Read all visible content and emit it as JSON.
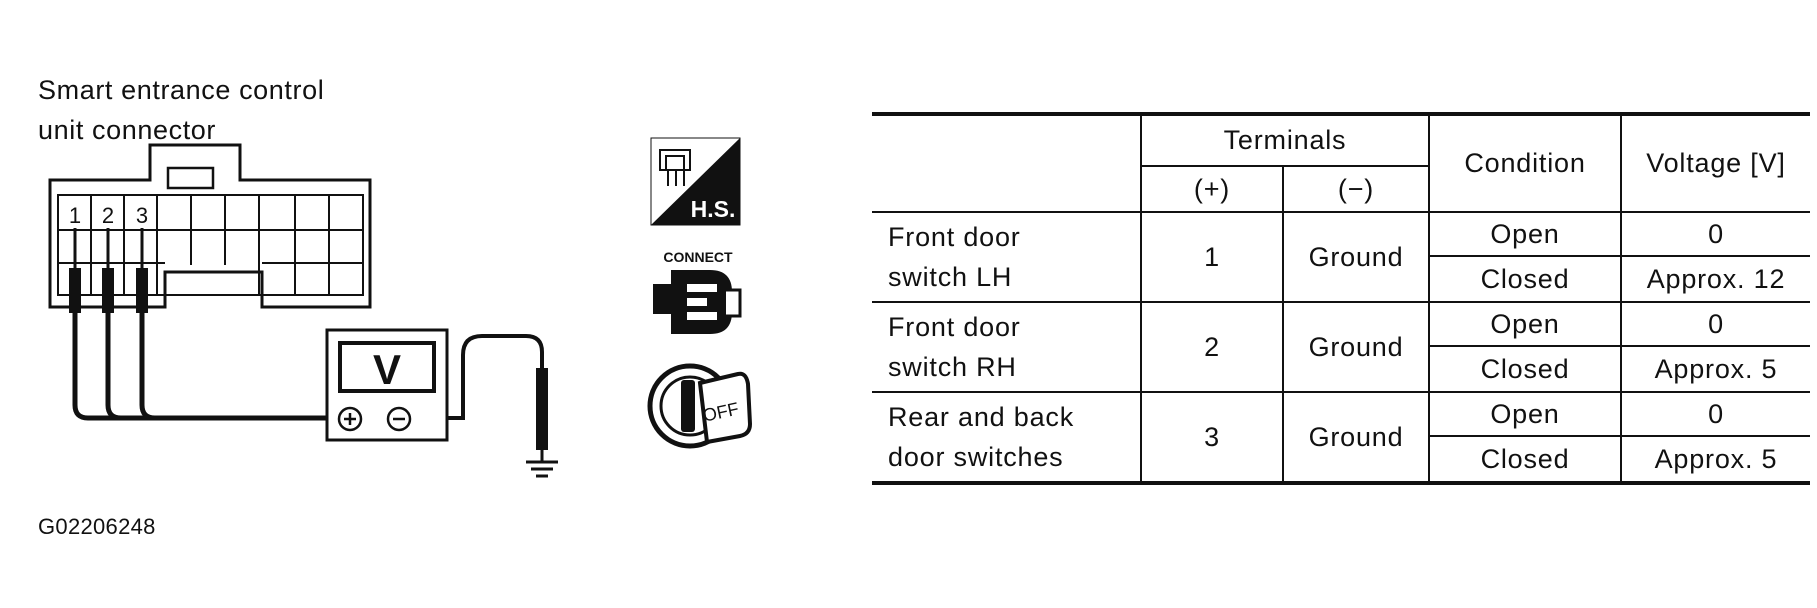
{
  "connector_label": {
    "line1": "Smart entrance control",
    "line2": "unit connector"
  },
  "pins": [
    "1",
    "2",
    "3"
  ],
  "meter_label": "V",
  "icons": {
    "hs": "H.S.",
    "connect": "CONNECT",
    "ignition": "OFF"
  },
  "figure_code": "G02206248",
  "table": {
    "headers": {
      "terminals": "Terminals",
      "plus": "(+)",
      "minus": "(−)",
      "condition": "Condition",
      "voltage": "Voltage [V]"
    },
    "rows": [
      {
        "item_line1": "Front door",
        "item_line2": "switch LH",
        "plus": "1",
        "minus": "Ground",
        "conditions": [
          {
            "condition": "Open",
            "voltage": "0"
          },
          {
            "condition": "Closed",
            "voltage": "Approx. 12"
          }
        ]
      },
      {
        "item_line1": "Front door",
        "item_line2": "switch RH",
        "plus": "2",
        "minus": "Ground",
        "conditions": [
          {
            "condition": "Open",
            "voltage": "0"
          },
          {
            "condition": "Closed",
            "voltage": "Approx. 5"
          }
        ]
      },
      {
        "item_line1": "Rear and back",
        "item_line2": "door switches",
        "plus": "3",
        "minus": "Ground",
        "conditions": [
          {
            "condition": "Open",
            "voltage": "0"
          },
          {
            "condition": "Closed",
            "voltage": "Approx. 5"
          }
        ]
      }
    ]
  }
}
